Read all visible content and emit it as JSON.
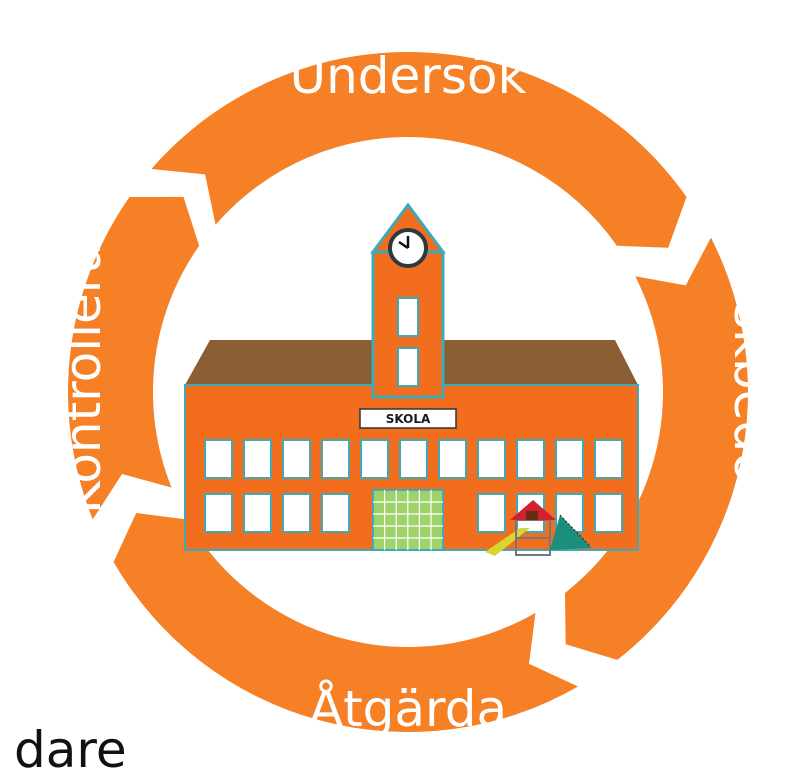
{
  "cycle": {
    "steps": [
      {
        "label": "Undersök"
      },
      {
        "label": "Riskbedöm"
      },
      {
        "label": "Åtgärda"
      },
      {
        "label": "Kontrollera"
      }
    ],
    "ring_color": "#f58025",
    "label_color": "#ffffff"
  },
  "school": {
    "sign": "SKOLA",
    "roof_color": "#8b5e34",
    "wall_color": "#f26d1d",
    "window_color": "#ffffff",
    "trim_color": "#3fa9b5",
    "door_color": "#9ed26a"
  },
  "overflow_text": "dare"
}
